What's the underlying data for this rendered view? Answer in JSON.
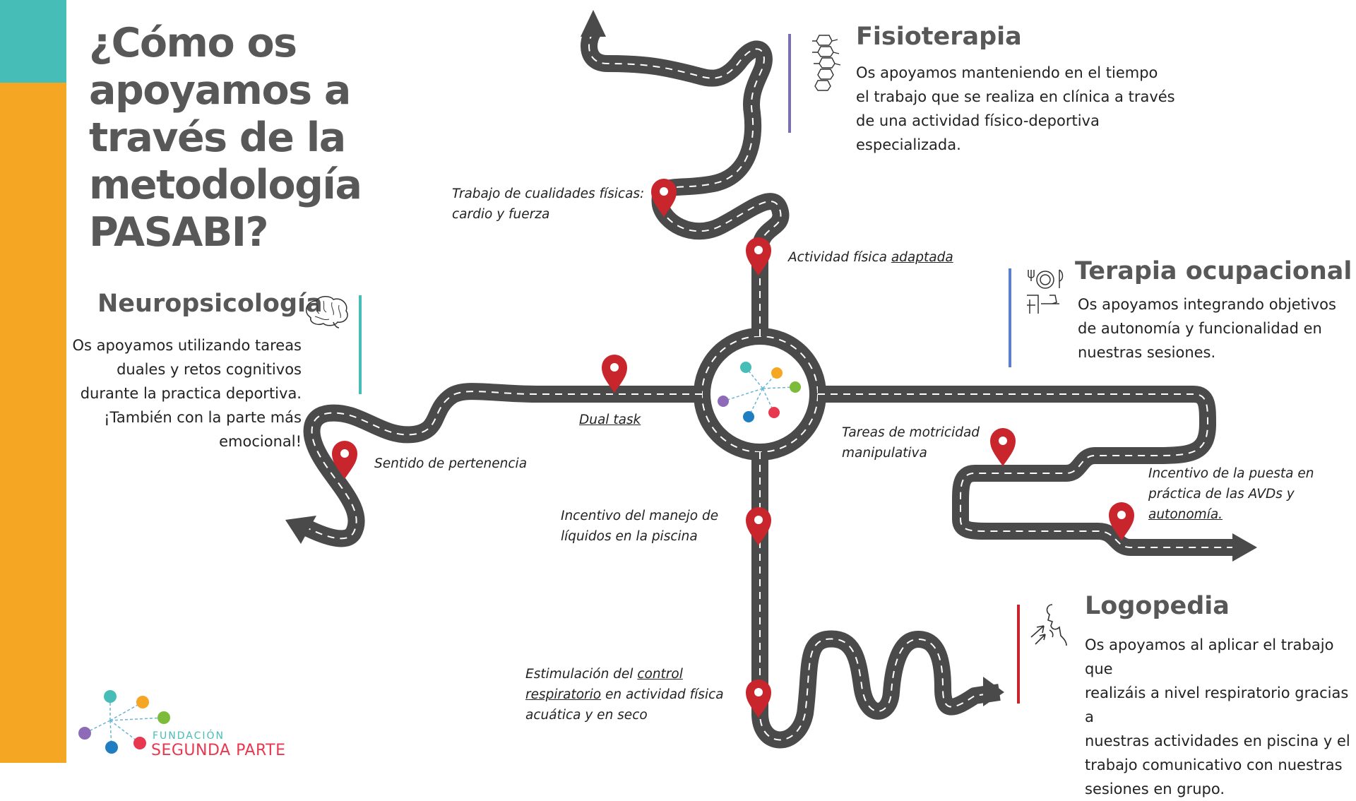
{
  "title": "¿Cómo os apoyamos a través de la metodología PASABI?",
  "colors": {
    "orange": "#F5A623",
    "teal": "#47BDB7",
    "road": "#4A4A4A",
    "pin": "#C8262C",
    "purple_bar": "#7B6FAF",
    "blue_bar": "#5B7FCA",
    "red_bar": "#C8262C"
  },
  "sections": {
    "neuro": {
      "title": "Neuropsicología",
      "icon": "brain-icon",
      "text": [
        "Os apoyamos utilizando tareas",
        "duales y retos cognitivos",
        "durante la practica deportiva.",
        "¡También con la parte más",
        "emocional!"
      ]
    },
    "fisio": {
      "title": "Fisioterapia",
      "icon": "spine-icon",
      "text": [
        "Os apoyamos manteniendo en el tiempo",
        "el trabajo que se realiza en clínica a través",
        "de una actividad físico-deportiva",
        "especializada."
      ]
    },
    "terapia": {
      "title": "Terapia ocupacional",
      "icon": "dining-icon",
      "text": [
        "Os apoyamos integrando objetivos",
        "de autonomía y funcionalidad en",
        "nuestras sesiones."
      ]
    },
    "logo": {
      "title": "Logopedia",
      "icon": "speech-icon",
      "text": [
        "Os apoyamos al aplicar el trabajo que",
        "realizáis a nivel respiratorio gracias a",
        "nuestras actividades en piscina y el",
        "trabajo comunicativo con nuestras",
        "sesiones en grupo."
      ]
    }
  },
  "milestones": {
    "trabajo": [
      "Trabajo de cualidades físicas:",
      "cardio y fuerza"
    ],
    "actividad": {
      "pre": "Actividad física ",
      "u": "adaptada"
    },
    "dual": "Dual task",
    "sentido": "Sentido de pertenencia",
    "tareas": [
      "Tareas de motricidad",
      "manipulativa"
    ],
    "incentivo_avd": {
      "l1": "Incentivo de la puesta en",
      "l2": "práctica de las AVDs y",
      "l3u": "autonomía."
    },
    "liquidos": [
      "Incentivo del manejo de",
      "líquidos en la piscina"
    ],
    "estimulacion": {
      "l1pre": "Estimulación del ",
      "l1u": "control",
      "l2u": "respiratorio",
      "l2post": " en actividad física",
      "l3": "acuática y en seco"
    }
  },
  "logo": {
    "line1": "FUNDACIÓN",
    "line2": "SEGUNDA PARTE"
  }
}
